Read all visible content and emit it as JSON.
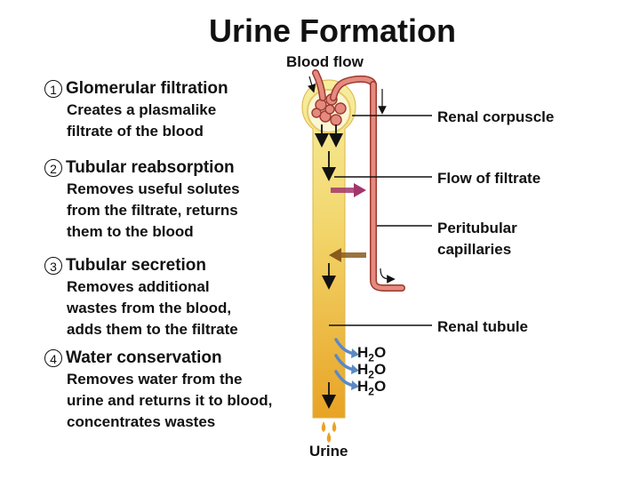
{
  "title": "Urine Formation",
  "steps": [
    {
      "number": "1",
      "heading": "Glomerular filtration",
      "lines": [
        "Creates a plasmalike",
        "filtrate of the blood"
      ]
    },
    {
      "number": "2",
      "heading": "Tubular reabsorption",
      "lines": [
        "Removes useful solutes",
        "from the filtrate, returns",
        "them to the blood"
      ]
    },
    {
      "number": "3",
      "heading": "Tubular secretion",
      "lines": [
        "Removes additional",
        "wastes from the blood,",
        "adds them to the filtrate"
      ]
    },
    {
      "number": "4",
      "heading": "Water conservation",
      "lines": [
        "Removes water from the",
        "urine and returns it to blood,",
        "concentrates wastes"
      ]
    }
  ],
  "diagram": {
    "blood_flow_label": "Blood flow",
    "urine_label": "Urine",
    "labels": {
      "renal_corpuscle": "Renal corpuscle",
      "flow_of_filtrate": "Flow of filtrate",
      "peritubular_1": "Peritubular",
      "peritubular_2": "capillaries",
      "renal_tubule": "Renal tubule"
    },
    "water": {
      "h": "H",
      "sub": "2",
      "o": "O"
    },
    "colors": {
      "capillary": "#e58a7e",
      "capillary_outline": "#9a3a30",
      "tubule_light": "#f6ea96",
      "tubule_dark": "#e8a325",
      "reabsorption_arrow": "#a2356b",
      "secretion_arrow": "#8a5a1e",
      "water_arrow": "#5b89c4"
    }
  }
}
